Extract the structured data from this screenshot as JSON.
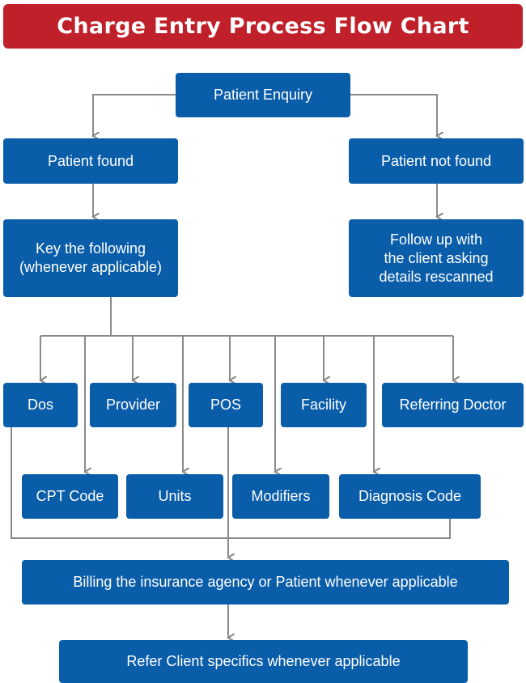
{
  "title": "Charge Entry Process Flow Chart",
  "colors": {
    "banner": "#c0202a",
    "box": "#0a5da9",
    "line": "#8a8a8a"
  },
  "nodes": {
    "enquiry": "Patient Enquiry",
    "found": "Patient  found",
    "not_found": "Patient  not found",
    "key": "Key the following\n(whenever applicable)",
    "follow_up": "Follow up with\nthe client asking\ndetails rescanned",
    "dos": "Dos",
    "provider": "Provider",
    "pos": "POS",
    "facility": "Facility",
    "referring_doctor": "Referring Doctor",
    "cpt_code": "CPT Code",
    "units": "Units",
    "modifiers": "Modifiers",
    "diagnosis_code": "Diagnosis Code",
    "billing": "Billing the insurance agency or Patient whenever applicable",
    "refer": "Refer Client specifics whenever applicable"
  }
}
